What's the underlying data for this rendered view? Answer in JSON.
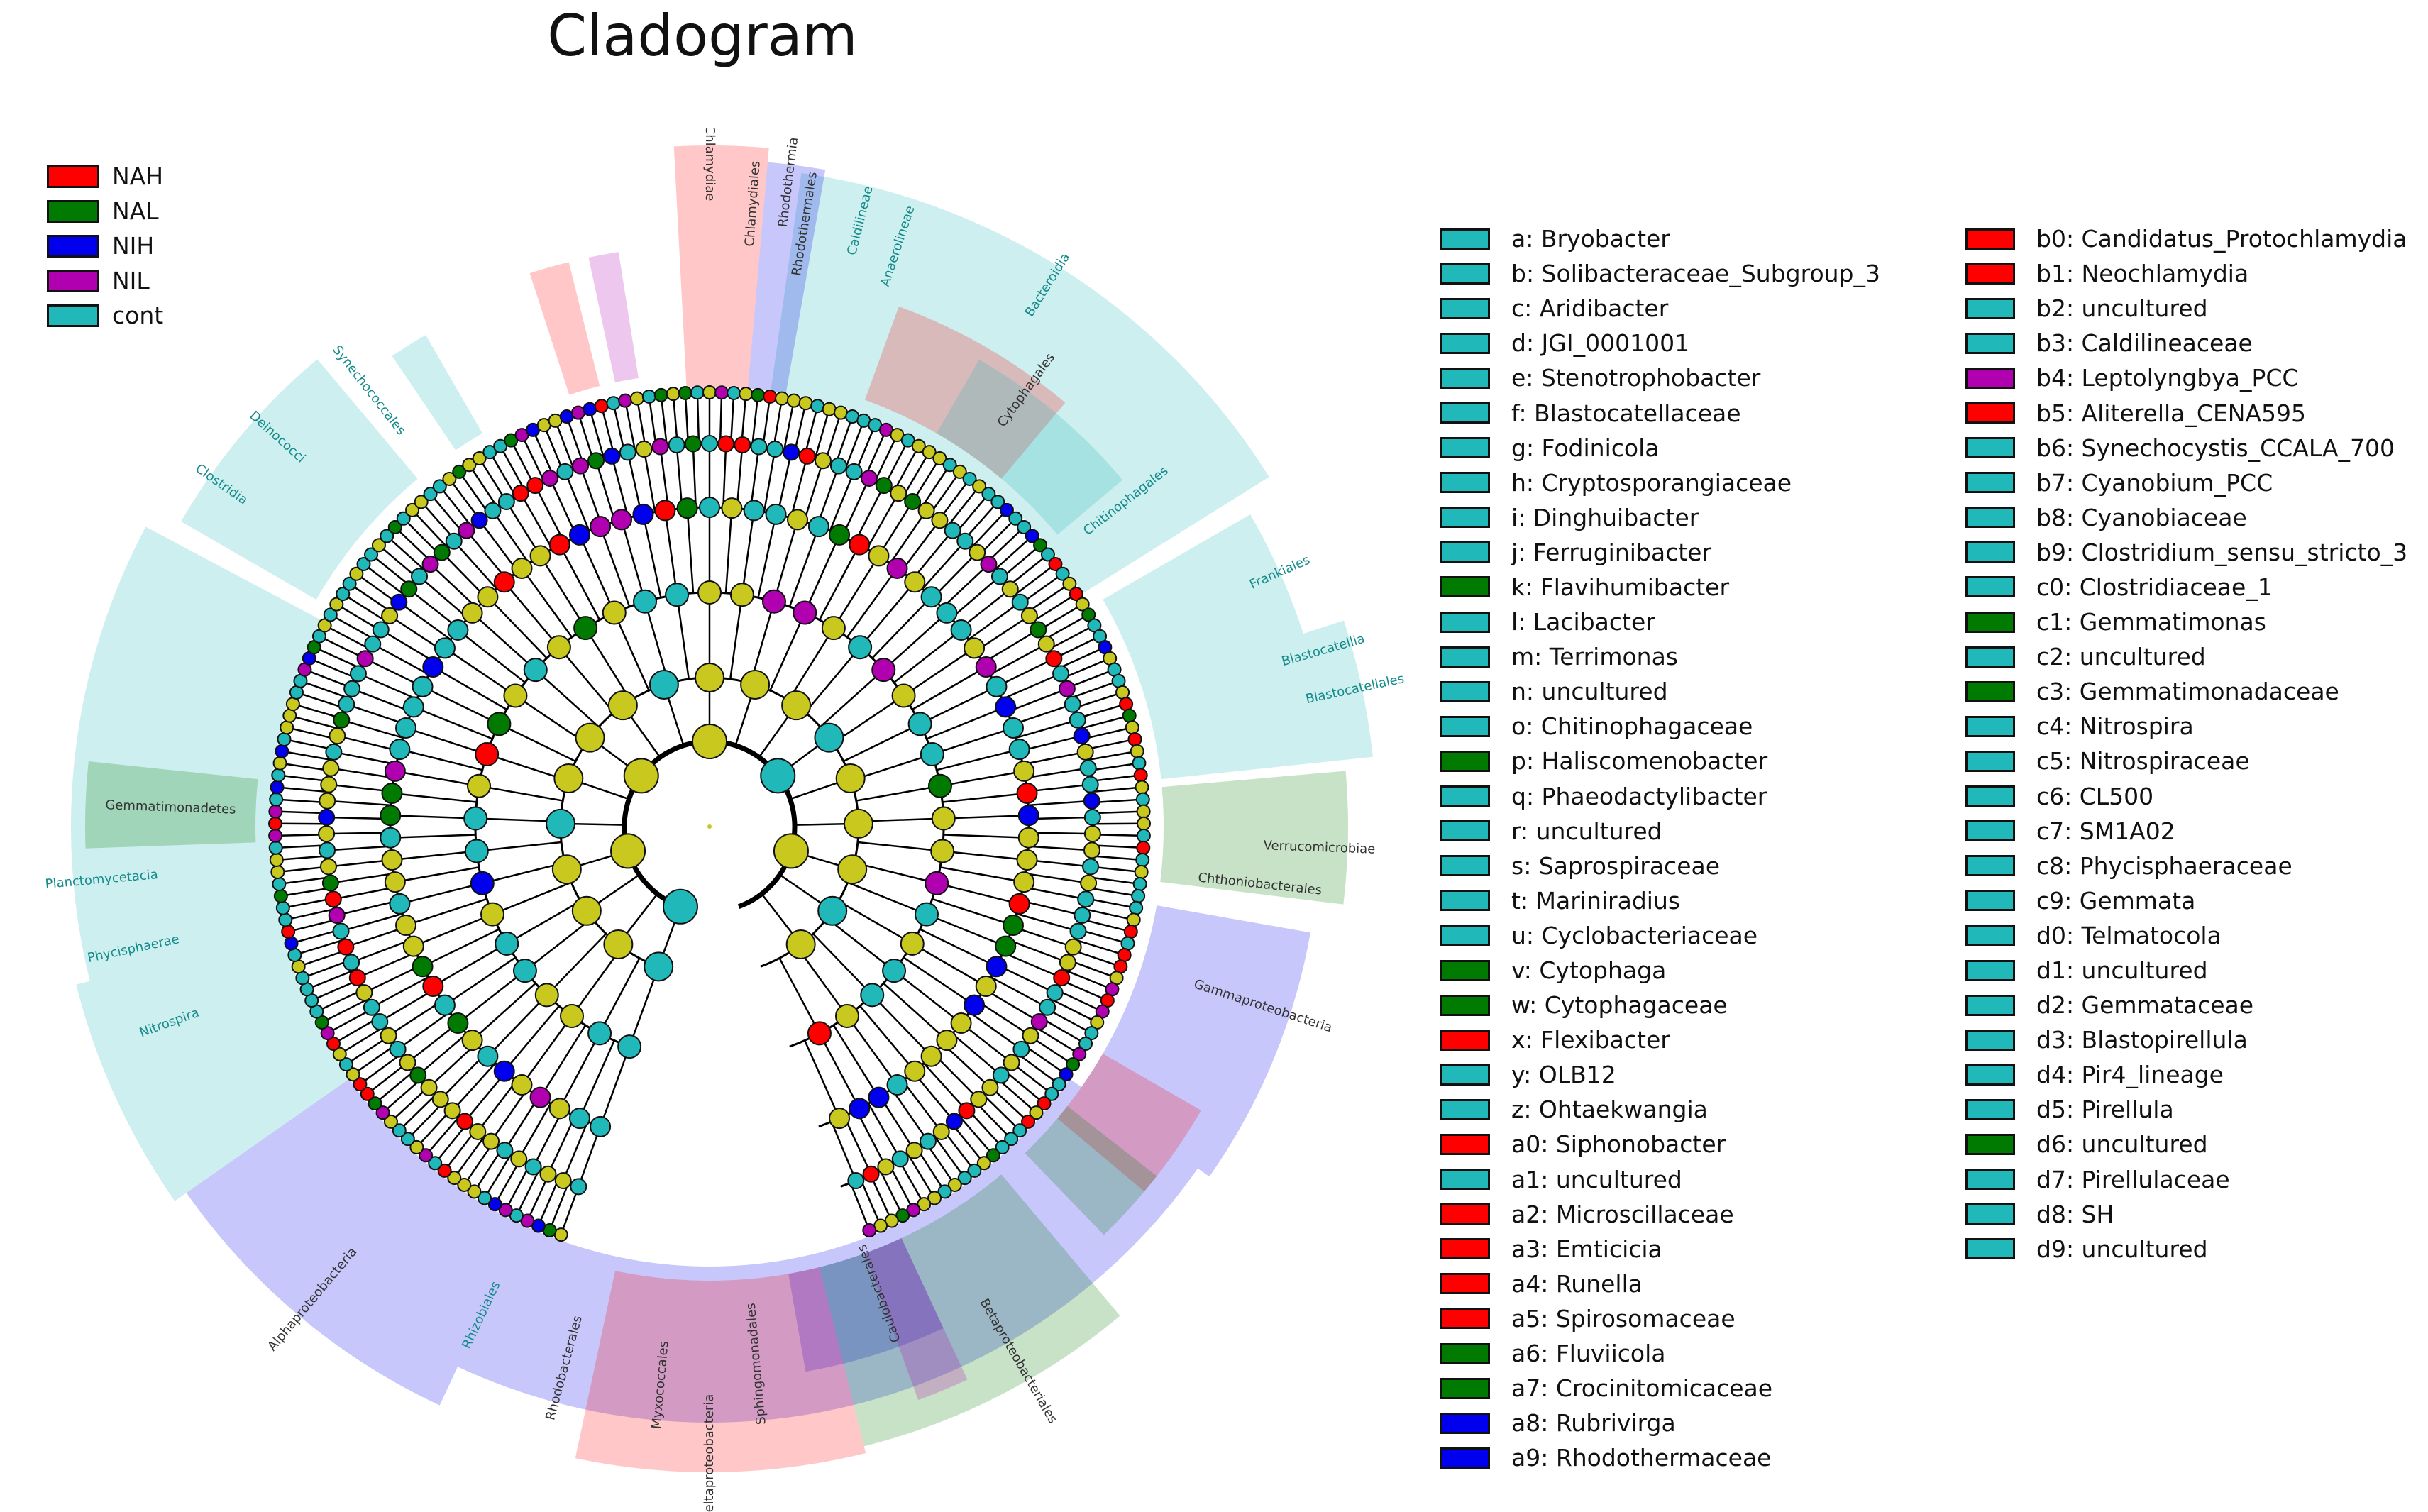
{
  "title": "Cladogram",
  "groups": [
    {
      "name": "NAH",
      "color": "#ff0000"
    },
    {
      "name": "NAL",
      "color": "#007a00"
    },
    {
      "name": "NIH",
      "color": "#0000ee"
    },
    {
      "name": "NIL",
      "color": "#b000b0"
    },
    {
      "name": "cont",
      "color": "#20b8b8"
    }
  ],
  "clade_labels": [
    {
      "text": "Bacteroidia",
      "group": "cont"
    },
    {
      "text": "Cytophagales",
      "group": "NAH"
    },
    {
      "text": "Chitinophagales",
      "group": "cont"
    },
    {
      "text": "Chlamydiae",
      "group": "NAH"
    },
    {
      "text": "Rhodothermia",
      "group": "NIH"
    },
    {
      "text": "Chlamydiales",
      "group": "NAH"
    },
    {
      "text": "Rhodothermales",
      "group": "NIH"
    },
    {
      "text": "Frankiales",
      "group": "cont"
    },
    {
      "text": "Blastocatellia",
      "group": "cont"
    },
    {
      "text": "Blastocatellales",
      "group": "cont"
    },
    {
      "text": "Verrucomicrobiae",
      "group": "NAL"
    },
    {
      "text": "Chthoniobacterales",
      "group": "NAL"
    },
    {
      "text": "Gammaproteobacteria",
      "group": "NIH"
    },
    {
      "text": "Betaproteobacteriales",
      "group": "NAL"
    },
    {
      "text": "Deltaproteobacteria",
      "group": "NAH"
    },
    {
      "text": "Myxococcales",
      "group": "NAH"
    },
    {
      "text": "Alphaproteobacteria",
      "group": "NIH"
    },
    {
      "text": "Rhodobacterales",
      "group": "NIH"
    },
    {
      "text": "Sphingomonadales",
      "group": "NIH"
    },
    {
      "text": "Caulobacterales",
      "group": "NIH"
    },
    {
      "text": "Rhizobiales",
      "group": "cont"
    },
    {
      "text": "Planctomycetacia",
      "group": "cont"
    },
    {
      "text": "Phycisphaerae",
      "group": "cont"
    },
    {
      "text": "Gemmatimonadetes",
      "group": "NAL"
    },
    {
      "text": "Nitrospira",
      "group": "cont"
    },
    {
      "text": "Clostridia",
      "group": "cont"
    },
    {
      "text": "Deinococci",
      "group": "cont"
    },
    {
      "text": "Synechococcales",
      "group": "cont"
    },
    {
      "text": "Caldilineae",
      "group": "cont"
    },
    {
      "text": "Anaerolineae",
      "group": "cont"
    }
  ],
  "legend_columns": [
    [
      {
        "label": "a: Bryobacter",
        "group": "cont"
      },
      {
        "label": "b: Solibacteraceae_Subgroup_3",
        "group": "cont"
      },
      {
        "label": "c: Aridibacter",
        "group": "cont"
      },
      {
        "label": "d: JGI_0001001",
        "group": "cont"
      },
      {
        "label": "e: Stenotrophobacter",
        "group": "cont"
      },
      {
        "label": "f: Blastocatellaceae",
        "group": "cont"
      },
      {
        "label": "g: Fodinicola",
        "group": "cont"
      },
      {
        "label": "h: Cryptosporangiaceae",
        "group": "cont"
      },
      {
        "label": "i: Dinghuibacter",
        "group": "cont"
      },
      {
        "label": "j: Ferruginibacter",
        "group": "cont"
      },
      {
        "label": "k: Flavihumibacter",
        "group": "NAL"
      },
      {
        "label": "l: Lacibacter",
        "group": "cont"
      },
      {
        "label": "m: Terrimonas",
        "group": "cont"
      },
      {
        "label": "n: uncultured",
        "group": "cont"
      },
      {
        "label": "o: Chitinophagaceae",
        "group": "cont"
      },
      {
        "label": "p: Haliscomenobacter",
        "group": "NAL"
      },
      {
        "label": "q: Phaeodactylibacter",
        "group": "cont"
      },
      {
        "label": "r: uncultured",
        "group": "cont"
      },
      {
        "label": "s: Saprospiraceae",
        "group": "cont"
      },
      {
        "label": "t: Mariniradius",
        "group": "cont"
      },
      {
        "label": "u: Cyclobacteriaceae",
        "group": "cont"
      },
      {
        "label": "v: Cytophaga",
        "group": "NAL"
      },
      {
        "label": "w: Cytophagaceae",
        "group": "NAL"
      },
      {
        "label": "x: Flexibacter",
        "group": "NAH"
      },
      {
        "label": "y: OLB12",
        "group": "cont"
      },
      {
        "label": "z: Ohtaekwangia",
        "group": "cont"
      },
      {
        "label": "a0: Siphonobacter",
        "group": "NAH"
      },
      {
        "label": "a1: uncultured",
        "group": "cont"
      },
      {
        "label": "a2: Microscillaceae",
        "group": "NAH"
      },
      {
        "label": "a3: Emticicia",
        "group": "NAH"
      },
      {
        "label": "a4: Runella",
        "group": "NAH"
      },
      {
        "label": "a5: Spirosomaceae",
        "group": "NAH"
      },
      {
        "label": "a6: Fluviicola",
        "group": "NAL"
      },
      {
        "label": "a7: Crocinitomicaceae",
        "group": "NAL"
      },
      {
        "label": "a8: Rubrivirga",
        "group": "NIH"
      },
      {
        "label": "a9: Rhodothermaceae",
        "group": "NIH"
      }
    ],
    [
      {
        "label": "b0: Candidatus_Protochlamydia",
        "group": "NAH"
      },
      {
        "label": "b1: Neochlamydia",
        "group": "NAH"
      },
      {
        "label": "b2: uncultured",
        "group": "cont"
      },
      {
        "label": "b3: Caldilineaceae",
        "group": "cont"
      },
      {
        "label": "b4: Leptolyngbya_PCC",
        "group": "NIL"
      },
      {
        "label": "b5: Aliterella_CENA595",
        "group": "NAH"
      },
      {
        "label": "b6: Synechocystis_CCALA_700",
        "group": "cont"
      },
      {
        "label": "b7: Cyanobium_PCC",
        "group": "cont"
      },
      {
        "label": "b8: Cyanobiaceae",
        "group": "cont"
      },
      {
        "label": "b9: Clostridium_sensu_stricto_3",
        "group": "cont"
      },
      {
        "label": "c0: Clostridiaceae_1",
        "group": "cont"
      },
      {
        "label": "c1: Gemmatimonas",
        "group": "NAL"
      },
      {
        "label": "c2: uncultured",
        "group": "cont"
      },
      {
        "label": "c3: Gemmatimonadaceae",
        "group": "NAL"
      },
      {
        "label": "c4: Nitrospira",
        "group": "cont"
      },
      {
        "label": "c5: Nitrospiraceae",
        "group": "cont"
      },
      {
        "label": "c6: CL500",
        "group": "cont"
      },
      {
        "label": "c7: SM1A02",
        "group": "cont"
      },
      {
        "label": "c8: Phycisphaeraceae",
        "group": "cont"
      },
      {
        "label": "c9: Gemmata",
        "group": "cont"
      },
      {
        "label": "d0: Telmatocola",
        "group": "cont"
      },
      {
        "label": "d1: uncultured",
        "group": "cont"
      },
      {
        "label": "d2: Gemmataceae",
        "group": "cont"
      },
      {
        "label": "d3: Blastopirellula",
        "group": "cont"
      },
      {
        "label": "d4: Pir4_lineage",
        "group": "cont"
      },
      {
        "label": "d5: Pirellula",
        "group": "cont"
      },
      {
        "label": "d6: uncultured",
        "group": "NAL"
      },
      {
        "label": "d7: Pirellulaceae",
        "group": "cont"
      },
      {
        "label": "d8: SH",
        "group": "cont"
      },
      {
        "label": "d9: uncultured",
        "group": "cont"
      }
    ]
  ]
}
